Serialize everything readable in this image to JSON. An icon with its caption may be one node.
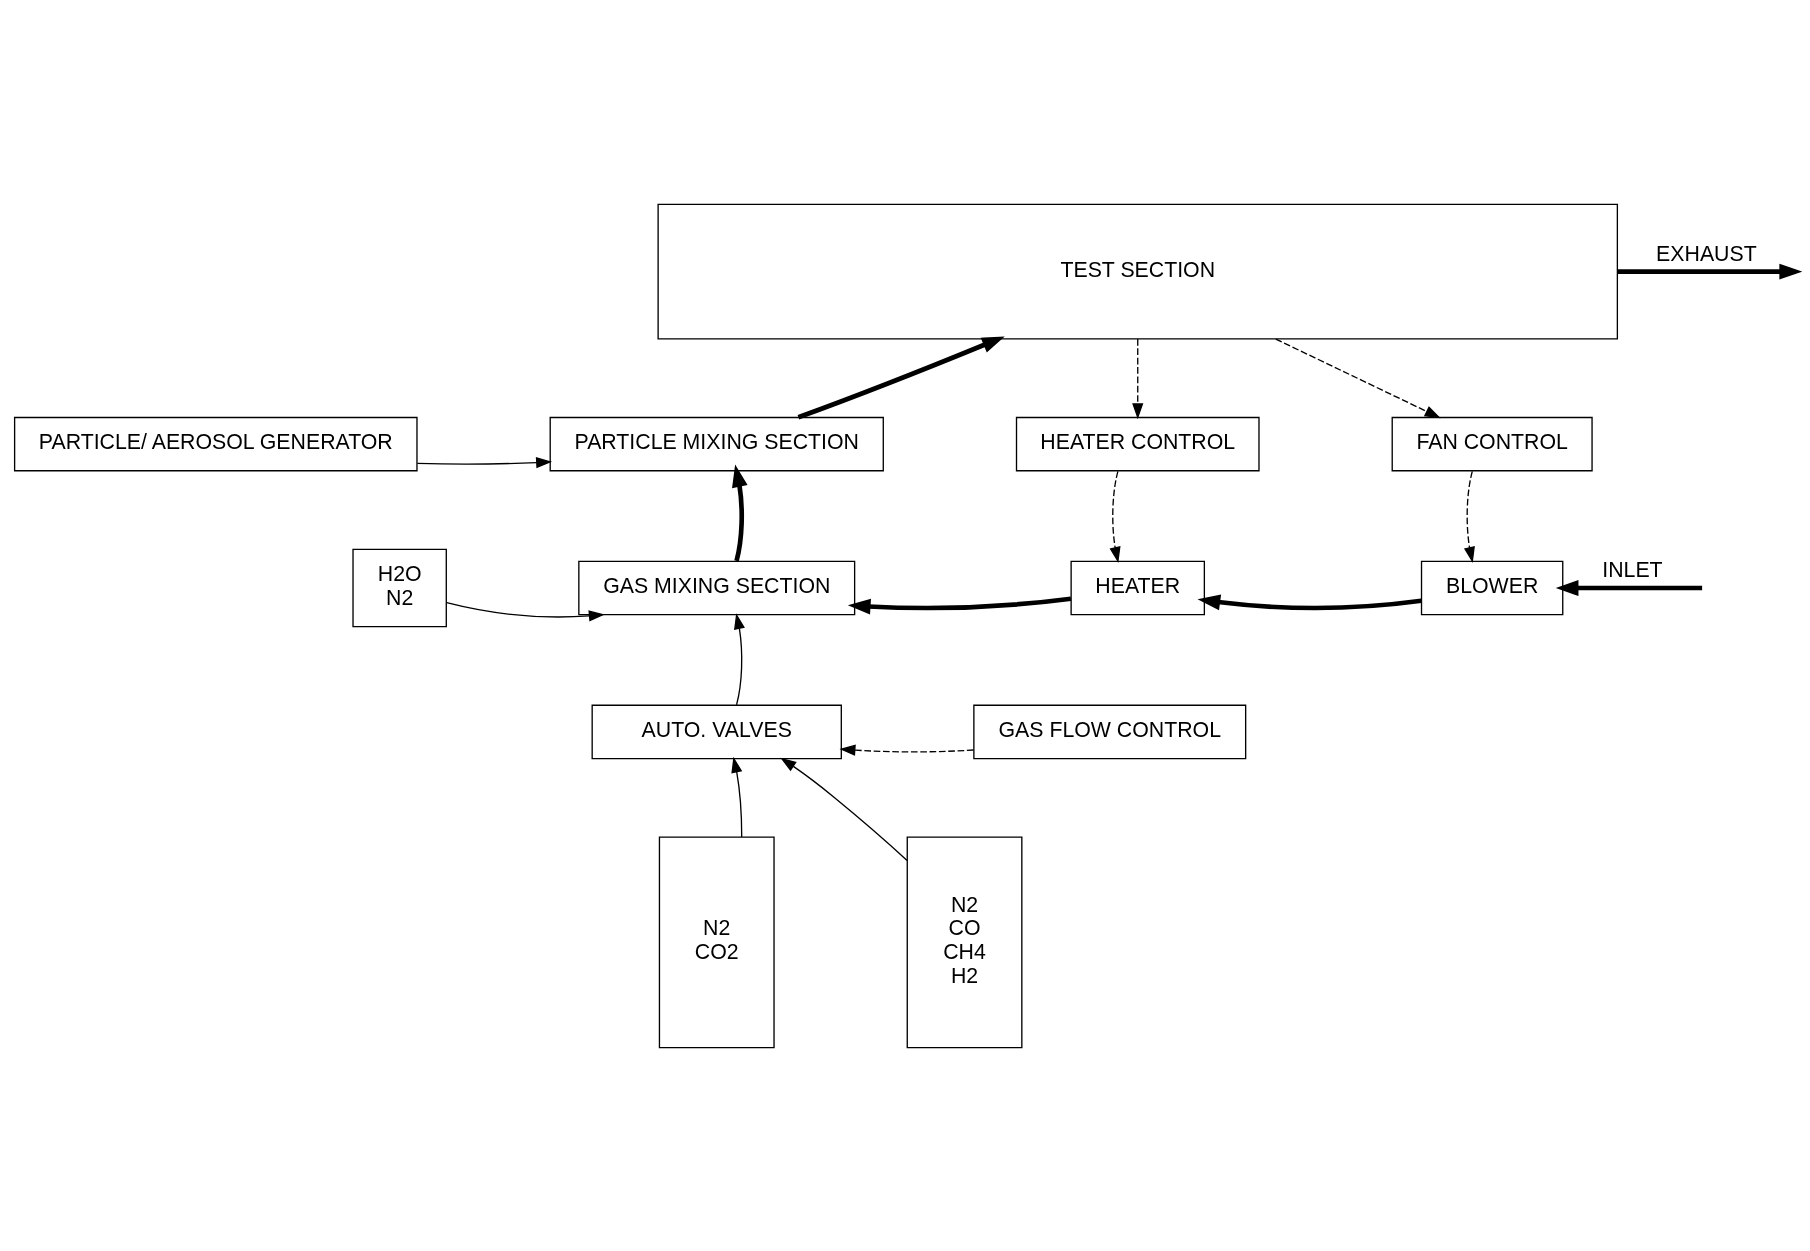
{
  "diagram": {
    "nodes": [
      {
        "text": [
          "TEST SECTION"
        ]
      },
      {
        "text": [
          "PARTICLE/ AEROSOL GENERATOR"
        ]
      },
      {
        "text": [
          "PARTICLE MIXING SECTION"
        ]
      },
      {
        "text": [
          "HEATER CONTROL"
        ]
      },
      {
        "text": [
          "FAN CONTROL"
        ]
      },
      {
        "text": [
          "H2O",
          "N2"
        ]
      },
      {
        "text": [
          "GAS MIXING SECTION"
        ]
      },
      {
        "text": [
          "HEATER"
        ]
      },
      {
        "text": [
          "BLOWER"
        ]
      },
      {
        "text": [
          "AUTO. VALVES"
        ]
      },
      {
        "text": [
          "GAS FLOW CONTROL"
        ]
      },
      {
        "text": [
          "N2",
          "CO2"
        ]
      },
      {
        "text": [
          "N2",
          "CO",
          "CH4",
          "H2"
        ]
      }
    ],
    "edges": [
      {
        "from": 2,
        "to": 0,
        "arrow": "to",
        "style": "thick"
      },
      {
        "from": 0,
        "to": null,
        "arrow": "to",
        "label": "EXHAUST",
        "style": "thick"
      },
      {
        "from": 1,
        "to": 2,
        "arrow": "to"
      },
      {
        "from": 0,
        "to": 3,
        "arrow": "to",
        "style": "dashed"
      },
      {
        "from": 0,
        "to": 4,
        "arrow": "to",
        "style": "dashed"
      },
      {
        "from": 6,
        "to": 2,
        "arrow": "to",
        "style": "thick"
      },
      {
        "from": 3,
        "to": 7,
        "arrow": "to",
        "style": "dashed"
      },
      {
        "from": 4,
        "to": 8,
        "arrow": "to",
        "style": "dashed"
      },
      {
        "from": 5,
        "to": 6,
        "arrow": "to"
      },
      {
        "from": 7,
        "to": 6,
        "arrow": "to",
        "style": "thick"
      },
      {
        "from": 8,
        "to": 7,
        "arrow": "to",
        "style": "thick"
      },
      {
        "from": null,
        "to": 8,
        "arrow": "to",
        "label": "INLET",
        "style": "thick"
      },
      {
        "from": 9,
        "to": 6,
        "arrow": "to"
      },
      {
        "from": 10,
        "to": 9,
        "arrow": "to",
        "style": "dashed"
      },
      {
        "from": 11,
        "to": 9,
        "arrow": "to"
      },
      {
        "from": 12,
        "to": 9,
        "arrow": "to"
      }
    ]
  }
}
